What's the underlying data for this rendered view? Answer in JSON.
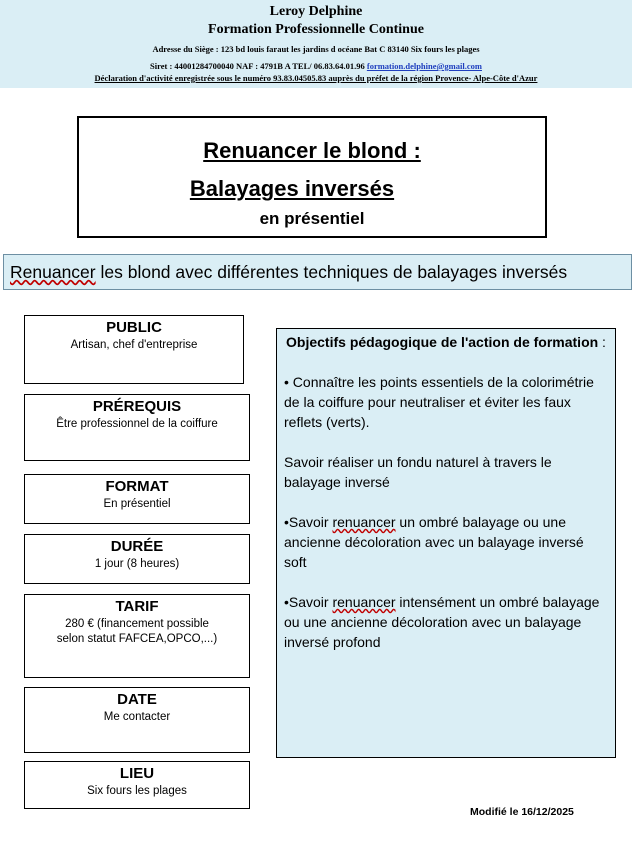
{
  "header": {
    "name": "Leroy Delphine",
    "subtitle": "Formation Professionnelle Continue",
    "address": "Adresse du Siège : 123 bd louis faraut les jardins d océane Bat C  83140 Six fours les plages",
    "siret": "Siret : 44001284700040 NAF : 4791B A TEL/ 06.83.64.01.96",
    "email": "formation.delphine@gmail.com",
    "declaration": "Déclaration  d'activité  enregistrée  sous le numéro 93.83.04505.83  auprès du préfet de la région  Provence-  Alpe-Côte d'Azur"
  },
  "title_box": {
    "line1": "Renuancer le blond :",
    "line2": "Balayages inversés",
    "line3": "en présentiel"
  },
  "banner": {
    "word": "Renuancer",
    "rest": " les blond avec différentes  techniques de balayages inversés"
  },
  "cards": [
    {
      "title": "PUBLIC",
      "body": "Artisan, chef d'entreprise"
    },
    {
      "title": "PRÉREQUIS",
      "body": "Être professionnel de la coiffure"
    },
    {
      "title": "FORMAT",
      "body": "En présentiel"
    },
    {
      "title": "DURÉE",
      "body": "1 jour  (8 heures)"
    },
    {
      "title": "TARIF",
      "body": "280 € (financement possible selon statut FAFCEA,OPCO,...)"
    },
    {
      "title": "DATE",
      "body": "Me contacter"
    },
    {
      "title": "LIEU",
      "body": "Six fours  les plages"
    }
  ],
  "objectives": {
    "title": "Objectifs  pédagogique de l'action de formation",
    "title_suffix": " :",
    "items": [
      {
        "text": "• Connaître les points essentiels de la colorimétrie de la coiffure pour neutraliser et éviter les faux reflets (verts)."
      },
      {
        "text": "Savoir réaliser un fondu naturel à travers le balayage inversé"
      },
      {
        "pre": "•Savoir ",
        "word": "renuancer",
        "post": "  un ombré balayage ou une ancienne décoloration  avec un balayage inversé soft"
      },
      {
        "pre": "•Savoir ",
        "word": "renuancer",
        "post": "  intensément un ombré balayage ou une ancienne décoloration  avec un balayage inversé profond"
      }
    ]
  },
  "footer": {
    "modified": "Modifié le 16/12/2025"
  }
}
